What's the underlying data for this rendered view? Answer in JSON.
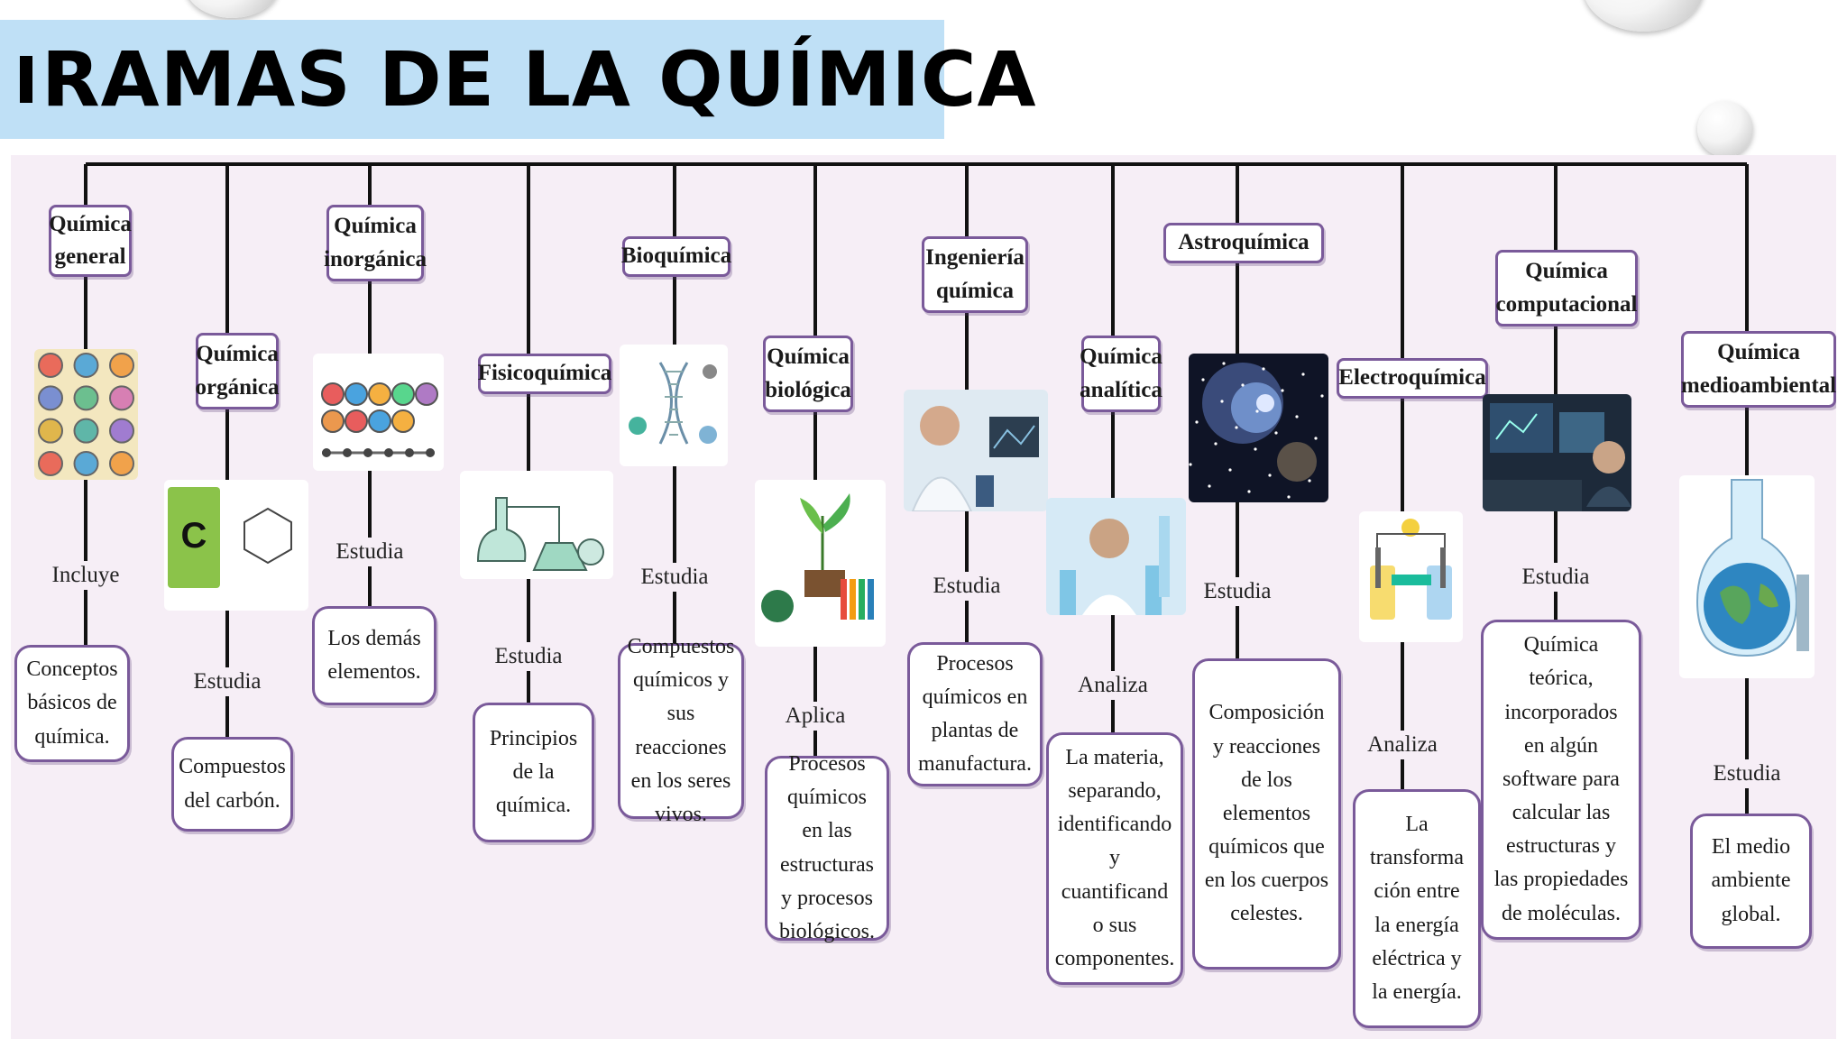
{
  "title": "RAMAS DE LA QUÍMICA",
  "branches": [
    {
      "name": "Química general",
      "verb": "Incluye",
      "desc": "Conceptos básicos de química.",
      "image": "chemistry-icons-illustration"
    },
    {
      "name": "Química orgánica",
      "verb": "Estudia",
      "desc": "Compuestos del carbón.",
      "image": "carbon-benzene-illustration"
    },
    {
      "name": "Química inorgánica",
      "verb": "Estudia",
      "desc": "Los demás elementos.",
      "image": "elements-illustration"
    },
    {
      "name": "Fisicoquímica",
      "verb": "Estudia",
      "desc": "Principios de la química.",
      "image": "lab-glassware-illustration"
    },
    {
      "name": "Bioquímica",
      "verb": "Estudia",
      "desc": "Compuestos químicos y sus reacciones en los seres vivos.",
      "image": "biochemistry-illustration"
    },
    {
      "name": "Química biológica",
      "verb": "Aplica",
      "desc": "Procesos químicos en las estructuras y procesos biológicos.",
      "image": "plant-test-tubes-illustration"
    },
    {
      "name": "Ingeniería química",
      "verb": "Estudia",
      "desc": "Procesos químicos en plantas de manufactura.",
      "image": "scientist-microscope-photo"
    },
    {
      "name": "Química analítica",
      "verb": "Analiza",
      "desc": "La materia, separando, identificando y cuantificand o sus componentes.",
      "image": "analyst-lab-photo"
    },
    {
      "name": "Astroquímica",
      "verb": "Estudia",
      "desc": "Composición y reacciones de los elementos químicos que en los cuerpos celestes.",
      "image": "space-nebula-photo"
    },
    {
      "name": "Electroquímica",
      "verb": "Analiza",
      "desc": "La transforma ción entre la energía eléctrica y la energía.",
      "image": "electrolysis-cell-illustration"
    },
    {
      "name": "Química computacional",
      "verb": "Estudia",
      "desc": "Química teórica, incorporados en algún software para calcular las estructuras y las propiedades de moléculas.",
      "image": "computer-workstation-photo"
    },
    {
      "name": "Química medioambiental",
      "verb": "Estudia",
      "desc": "El medio ambiente global.",
      "image": "earth-flask-illustration"
    }
  ],
  "colors": {
    "title_bg": "#bfe0f6",
    "box_border": "#7a5a9a",
    "panel_bg": "#f6eef6",
    "line": "#111111"
  }
}
